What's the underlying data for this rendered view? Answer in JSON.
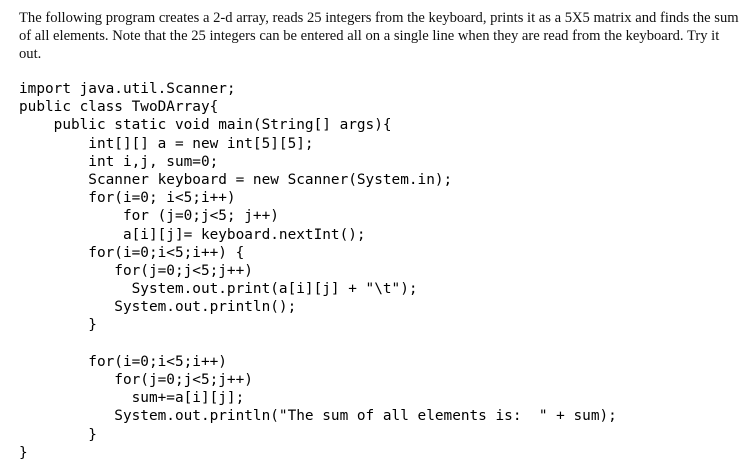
{
  "intro_text": "The following program creates a 2-d array, reads 25 integers from the keyboard, prints it as a 5X5 matrix and finds the sum of all elements. Note that the 25 integers can be entered all on a single line when they are read from the keyboard. Try it out.",
  "code_lines": [
    "import java.util.Scanner;",
    "public class TwoDArray{",
    "    public static void main(String[] args){",
    "        int[][] a = new int[5][5];",
    "        int i,j, sum=0;",
    "        Scanner keyboard = new Scanner(System.in);",
    "        for(i=0; i<5;i++)",
    "            for (j=0;j<5; j++)",
    "            a[i][j]= keyboard.nextInt();",
    "        for(i=0;i<5;i++) {",
    "           for(j=0;j<5;j++)",
    "             System.out.print(a[i][j] + \"\\t\");",
    "           System.out.println();",
    "        }",
    "",
    "        for(i=0;i<5;i++)",
    "           for(j=0;j<5;j++)",
    "             sum+=a[i][j];",
    "           System.out.println(\"The sum of all elements is:  \" + sum);",
    "        }",
    "}"
  ]
}
